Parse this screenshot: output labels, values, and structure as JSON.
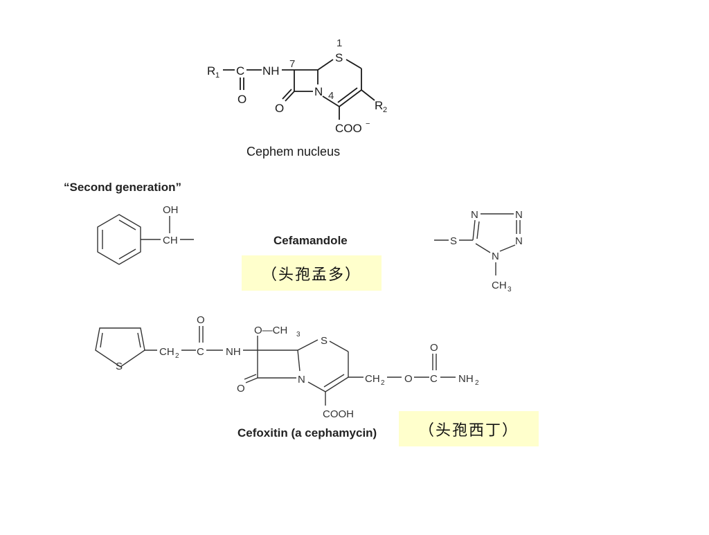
{
  "cephem": {
    "r1": "R",
    "r1_sub": "1",
    "carbonyl_c": "C",
    "carbonyl_o": "O",
    "nh": "NH",
    "pos7": "7",
    "pos1": "1",
    "sulfur": "S",
    "pos4": "4",
    "nitrogen": "N",
    "lactam_o": "O",
    "r2": "R",
    "r2_sub": "2",
    "carboxylate": "COO",
    "charge": "−",
    "caption": "Cephem nucleus"
  },
  "second_generation": {
    "heading": "“Second generation”"
  },
  "cefamandole": {
    "name": "Cefamandole",
    "chinese": "（头孢孟多）",
    "oh": "OH",
    "ch": "CH",
    "tetrazole_s": "S",
    "n_a": "N",
    "n_b": "N",
    "n_c": "N",
    "n_d": "N",
    "methyl": "CH",
    "methyl_sub": "3"
  },
  "cefoxitin": {
    "name": "Cefoxitin (a cephamycin)",
    "chinese": "（头孢西丁）",
    "thiophene_s": "S",
    "ch2_a": "CH",
    "ch2_a_sub": "2",
    "c_a": "C",
    "o_a": "O",
    "nh": "NH",
    "methoxy": "O—CH",
    "methoxy_sub": "3",
    "ring_s": "S",
    "ring_n": "N",
    "lactam_o": "O",
    "ch2_b": "CH",
    "ch2_b_sub": "2",
    "o_b": "O",
    "c_b": "C",
    "o_c": "O",
    "nh2": "NH",
    "nh2_sub": "2",
    "cooh": "COOH"
  }
}
